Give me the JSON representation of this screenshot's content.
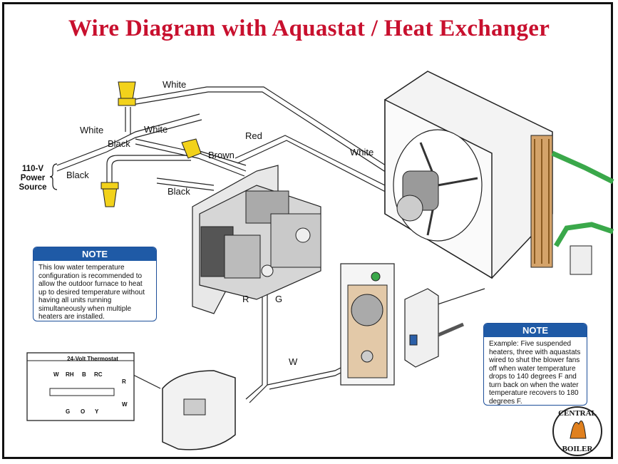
{
  "title": "Wire Diagram with Aquastat / Heat Exchanger",
  "power_source": "110-V Power Source",
  "wire_labels": {
    "white_top": "White",
    "white_left": "White",
    "white_mid": "White",
    "black_top": "Black",
    "black_left": "Black",
    "black_low": "Black",
    "brown": "Brown",
    "red": "Red",
    "white_motor": "White",
    "r": "R",
    "g": "G",
    "w": "W"
  },
  "note_left": {
    "heading": "NOTE",
    "body": "This low water temperature configuration is recommended to allow the outdoor furnace to heat up to desired temperature without having all units running simultaneously when multiple heaters are installed."
  },
  "note_right": {
    "heading": "NOTE",
    "body": "Example: Five suspended heaters, three with aquastats wired to shut the blower fans off when water temperature drops to 140 degrees F and turn back on when the water temperature recovers to 180 degrees F."
  },
  "thermostat": {
    "title": "24-Volt Thermostat",
    "top_terminals": [
      "W",
      "RH",
      "B",
      "RC"
    ],
    "bottom_terminals": [
      "G",
      "O",
      "Y"
    ],
    "side_labels": [
      "R",
      "W"
    ]
  },
  "logo": {
    "text_top": "CENTRAL",
    "text_bottom": "BOILER"
  },
  "colors": {
    "title": "#c8102e",
    "note_header": "#1f5aa6",
    "wire_nut_yellow": "#f2d21b",
    "water_pipe_green": "#3aa84a"
  }
}
